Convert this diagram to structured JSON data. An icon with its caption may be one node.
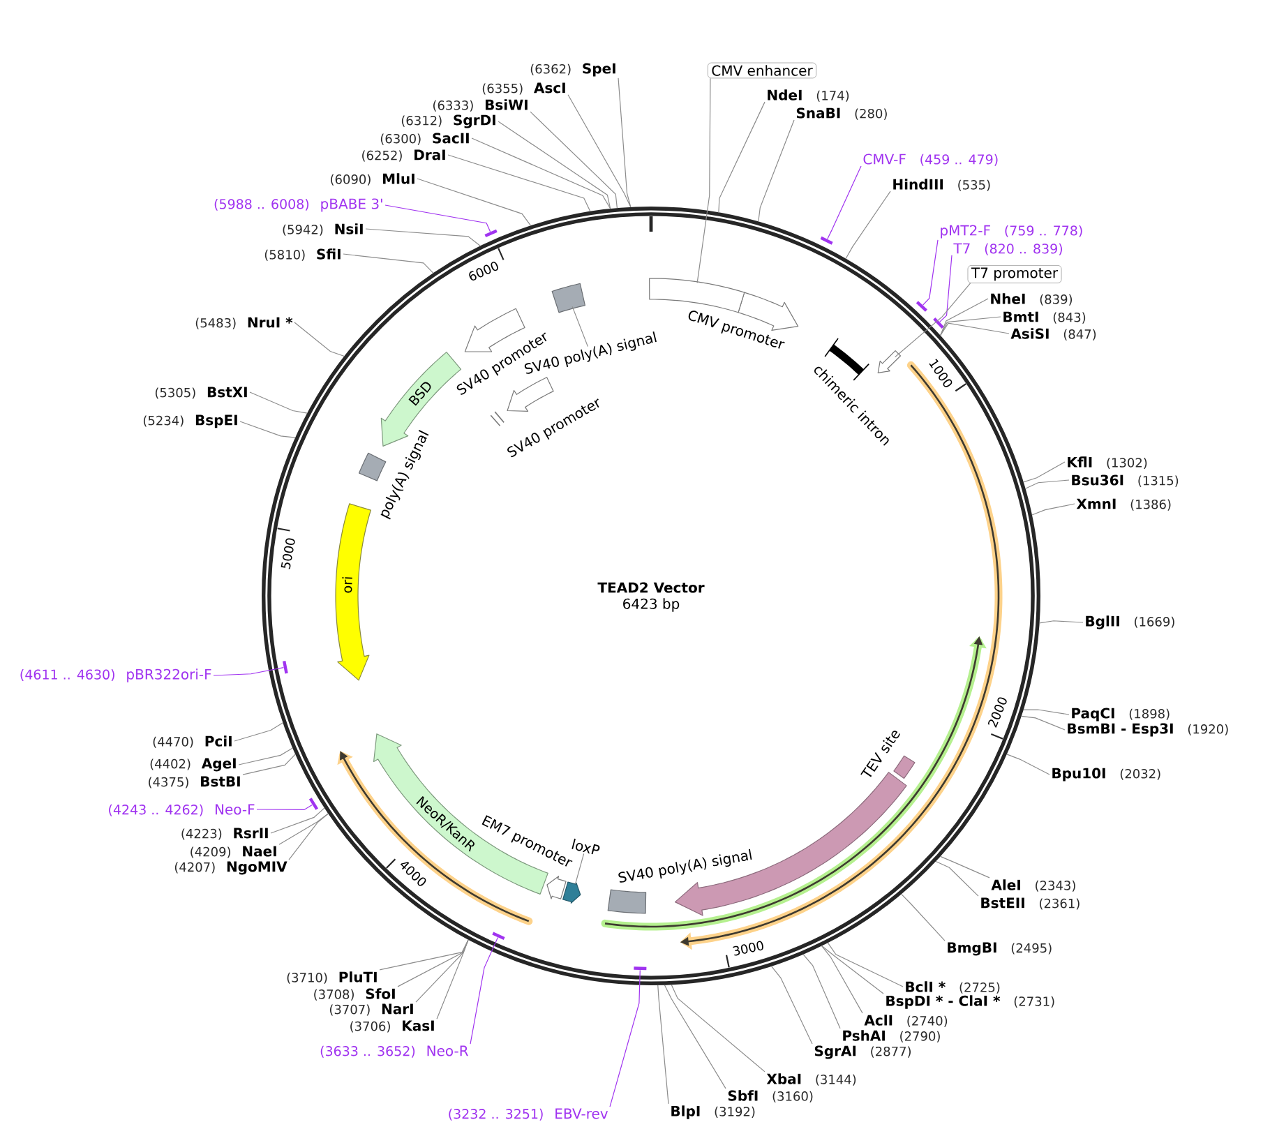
{
  "diagram": {
    "nodes": [
      {
        "text": [
          "TEAD2 Vector",
          "6423 bp"
        ]
      },
      {
        "text": [
          "CMV promoter"
        ],
        "in": 0
      },
      {
        "text": [
          "chimeric intron"
        ],
        "in": 0
      },
      {
        "text": [],
        "shape": "arrow",
        "in": 0
      },
      {
        "text": [
          "TEV site"
        ],
        "in": 0
      },
      {
        "text": [],
        "shape": "arrow",
        "in": 0
      },
      {
        "text": [
          "SV40 poly(A) signal"
        ],
        "in": 0
      },
      {
        "text": [
          "loxP"
        ],
        "in": 0
      },
      {
        "text": [],
        "shape": "arrow",
        "in": 0
      },
      {
        "text": [
          "EM7 promoter"
        ],
        "in": 0
      },
      {
        "text": [
          "NeoR/KanR"
        ],
        "in": 0
      },
      {
        "text": [
          "ori"
        ],
        "in": 0
      },
      {
        "text": [
          "poly(A) signal"
        ],
        "in": 0
      },
      {
        "text": [
          "BSD"
        ],
        "in": 0
      },
      {
        "text": [
          "SV40 promoter"
        ],
        "in": 0
      },
      {
        "text": [
          "SV40 promoter"
        ],
        "in": 0
      },
      {
        "text": [
          "SV40 poly(A) signal"
        ],
        "in": 0
      },
      {
        "text": [],
        "shape": "box",
        "in": 0
      },
      {
        "text": [
          "CMV enhancer"
        ]
      },
      {
        "text": [
          "NdeI",
          "(174)"
        ]
      },
      {
        "text": [
          "SnaBI",
          "(280)"
        ]
      },
      {
        "text": [
          "CMV-F",
          "(459 .. 479)"
        ]
      },
      {
        "text": [],
        "shape": "bar"
      },
      {
        "text": [
          "HindIII",
          "(535)"
        ]
      },
      {
        "text": [
          "pMT2-F",
          "(759 .. 778)"
        ]
      },
      {
        "text": [],
        "shape": "bar"
      },
      {
        "text": [
          "T7",
          "(820 .. 839)"
        ]
      },
      {
        "text": [],
        "shape": "bar"
      },
      {
        "text": [
          "T7 promoter"
        ]
      },
      {
        "text": [
          "NheI",
          "(839)"
        ]
      },
      {
        "text": [
          "BmtI",
          "(843)"
        ]
      },
      {
        "text": [
          "AsiSI",
          "(847)"
        ]
      },
      {
        "text": [
          "KflI",
          "(1302)"
        ]
      },
      {
        "text": [
          "Bsu36I",
          "(1315)"
        ]
      },
      {
        "text": [
          "XmnI",
          "(1386)"
        ]
      },
      {
        "text": [
          "BglII",
          "(1669)"
        ]
      },
      {
        "text": [
          "PaqCI",
          "(1898)"
        ]
      },
      {
        "text": [
          "BsmBI - Esp3I",
          "(1920)"
        ]
      },
      {
        "text": [
          "Bpu10I",
          "(2032)"
        ]
      },
      {
        "text": [
          "AleI",
          "(2343)"
        ]
      },
      {
        "text": [
          "BstEII",
          "(2361)"
        ]
      },
      {
        "text": [
          "BmgBI",
          "(2495)"
        ]
      },
      {
        "text": [
          "BclI *",
          "(2725)"
        ]
      },
      {
        "text": [
          "BspDI * - ClaI *",
          "(2731)"
        ]
      },
      {
        "text": [
          "AclI",
          "(2740)"
        ]
      },
      {
        "text": [
          "PshAI",
          "(2790)"
        ]
      },
      {
        "text": [
          "SgrAI",
          "(2877)"
        ]
      },
      {
        "text": [
          "XbaI",
          "(3144)"
        ]
      },
      {
        "text": [
          "SbfI",
          "(3160)"
        ]
      },
      {
        "text": [
          "BlpI",
          "(3192)"
        ]
      },
      {
        "text": [
          "(3232 .. 3251)",
          "EBV-rev"
        ]
      },
      {
        "text": [],
        "shape": "bar",
        "in": 0
      },
      {
        "text": [
          "(3633 .. 3652)",
          "Neo-R"
        ]
      },
      {
        "text": [],
        "shape": "bar",
        "in": 0
      },
      {
        "text": [
          "(3706)",
          "KasI"
        ]
      },
      {
        "text": [
          "(3707)",
          "NarI"
        ]
      },
      {
        "text": [
          "(3708)",
          "SfoI"
        ]
      },
      {
        "text": [
          "(3710)",
          "PluTI"
        ]
      },
      {
        "text": [
          "(4207)",
          "NgoMIV"
        ]
      },
      {
        "text": [
          "(4209)",
          "NaeI"
        ]
      },
      {
        "text": [
          "(4223)",
          "RsrII"
        ]
      },
      {
        "text": [
          "(4243 .. 4262)",
          "Neo-F"
        ]
      },
      {
        "text": [],
        "shape": "bar"
      },
      {
        "text": [
          "(4375)",
          "BstBI"
        ]
      },
      {
        "text": [
          "(4402)",
          "AgeI"
        ]
      },
      {
        "text": [
          "(4470)",
          "PciI"
        ]
      },
      {
        "text": [
          "(4611 .. 4630)",
          "pBR322ori-F"
        ]
      },
      {
        "text": [],
        "shape": "bar",
        "in": 0
      },
      {
        "text": [
          "(5234)",
          "BspEI"
        ]
      },
      {
        "text": [
          "(5305)",
          "BstXI"
        ]
      },
      {
        "text": [
          "(5483)",
          "NruI *"
        ]
      },
      {
        "text": [
          "(5810)",
          "SfiI"
        ]
      },
      {
        "text": [
          "(5942)",
          "NsiI"
        ]
      },
      {
        "text": [
          "(5988 .. 6008)",
          "pBABE 3'"
        ]
      },
      {
        "text": [],
        "shape": "bar"
      },
      {
        "text": [
          "(6090)",
          "MluI"
        ]
      },
      {
        "text": [
          "(6252)",
          "DraI"
        ]
      },
      {
        "text": [
          "(6300)",
          "SacII"
        ]
      },
      {
        "text": [
          "(6312)",
          "SgrDI"
        ]
      },
      {
        "text": [
          "(6333)",
          "BsiWI"
        ]
      },
      {
        "text": [
          "(6355)",
          "AscI"
        ]
      },
      {
        "text": [
          "(6362)",
          "SpeI"
        ]
      },
      {
        "text": [],
        "shape": "box",
        "in": 0
      }
    ],
    "edges": [
      {
        "from": 16,
        "to": 17,
        "arrow": "none"
      },
      {
        "from": 7,
        "to": 8,
        "arrow": "none"
      },
      {
        "from": 18,
        "to": 82,
        "arrow": "none"
      },
      {
        "from": 19,
        "to": 0,
        "arrow": "none"
      },
      {
        "from": 20,
        "to": 0,
        "arrow": "none"
      },
      {
        "from": 21,
        "to": 22,
        "arrow": "none",
        "color": "#a033f0"
      },
      {
        "from": 23,
        "to": 0,
        "arrow": "none"
      },
      {
        "from": 24,
        "to": 25,
        "arrow": "none",
        "color": "#a033f0"
      },
      {
        "from": 26,
        "to": 27,
        "arrow": "none",
        "color": "#a033f0"
      },
      {
        "from": 28,
        "to": 3,
        "arrow": "none"
      },
      {
        "from": 29,
        "to": 0,
        "arrow": "none"
      },
      {
        "from": 30,
        "to": 0,
        "arrow": "none"
      },
      {
        "from": 31,
        "to": 0,
        "arrow": "none"
      },
      {
        "from": 32,
        "to": 0,
        "arrow": "none"
      },
      {
        "from": 33,
        "to": 0,
        "arrow": "none"
      },
      {
        "from": 34,
        "to": 0,
        "arrow": "none"
      },
      {
        "from": 35,
        "to": 0,
        "arrow": "none"
      },
      {
        "from": 36,
        "to": 0,
        "arrow": "none"
      },
      {
        "from": 37,
        "to": 0,
        "arrow": "none"
      },
      {
        "from": 38,
        "to": 0,
        "arrow": "none"
      },
      {
        "from": 39,
        "to": 0,
        "arrow": "none"
      },
      {
        "from": 40,
        "to": 0,
        "arrow": "none"
      },
      {
        "from": 41,
        "to": 0,
        "arrow": "none"
      },
      {
        "from": 42,
        "to": 0,
        "arrow": "none"
      },
      {
        "from": 43,
        "to": 0,
        "arrow": "none"
      },
      {
        "from": 44,
        "to": 0,
        "arrow": "none"
      },
      {
        "from": 45,
        "to": 0,
        "arrow": "none"
      },
      {
        "from": 46,
        "to": 0,
        "arrow": "none"
      },
      {
        "from": 47,
        "to": 0,
        "arrow": "none"
      },
      {
        "from": 48,
        "to": 0,
        "arrow": "none"
      },
      {
        "from": 49,
        "to": 0,
        "arrow": "none"
      },
      {
        "from": 50,
        "to": 51,
        "arrow": "none",
        "color": "#a033f0"
      },
      {
        "from": 52,
        "to": 53,
        "arrow": "none",
        "color": "#a033f0"
      },
      {
        "from": 54,
        "to": 0,
        "arrow": "none"
      },
      {
        "from": 55,
        "to": 0,
        "arrow": "none"
      },
      {
        "from": 56,
        "to": 0,
        "arrow": "none"
      },
      {
        "from": 57,
        "to": 0,
        "arrow": "none"
      },
      {
        "from": 58,
        "to": 0,
        "arrow": "none"
      },
      {
        "from": 59,
        "to": 0,
        "arrow": "none"
      },
      {
        "from": 60,
        "to": 0,
        "arrow": "none"
      },
      {
        "from": 61,
        "to": 62,
        "arrow": "none",
        "color": "#a033f0"
      },
      {
        "from": 63,
        "to": 0,
        "arrow": "none"
      },
      {
        "from": 64,
        "to": 0,
        "arrow": "none"
      },
      {
        "from": 65,
        "to": 0,
        "arrow": "none"
      },
      {
        "from": 66,
        "to": 67,
        "arrow": "none",
        "color": "#a033f0"
      },
      {
        "from": 68,
        "to": 0,
        "arrow": "none"
      },
      {
        "from": 69,
        "to": 0,
        "arrow": "none"
      },
      {
        "from": 70,
        "to": 0,
        "arrow": "none"
      },
      {
        "from": 71,
        "to": 0,
        "arrow": "none"
      },
      {
        "from": 72,
        "to": 0,
        "arrow": "none"
      },
      {
        "from": 73,
        "to": 74,
        "arrow": "none",
        "color": "#a033f0"
      },
      {
        "from": 75,
        "to": 0,
        "arrow": "none"
      },
      {
        "from": 76,
        "to": 0,
        "arrow": "none"
      },
      {
        "from": 77,
        "to": 0,
        "arrow": "none"
      },
      {
        "from": 78,
        "to": 0,
        "arrow": "none"
      },
      {
        "from": 79,
        "to": 0,
        "arrow": "none"
      },
      {
        "from": 80,
        "to": 0,
        "arrow": "none"
      },
      {
        "from": 81,
        "to": 0,
        "arrow": "none"
      }
    ],
    "labels": [
      "1000",
      "2000",
      "3000",
      "4000",
      "5000",
      "6000"
    ]
  }
}
